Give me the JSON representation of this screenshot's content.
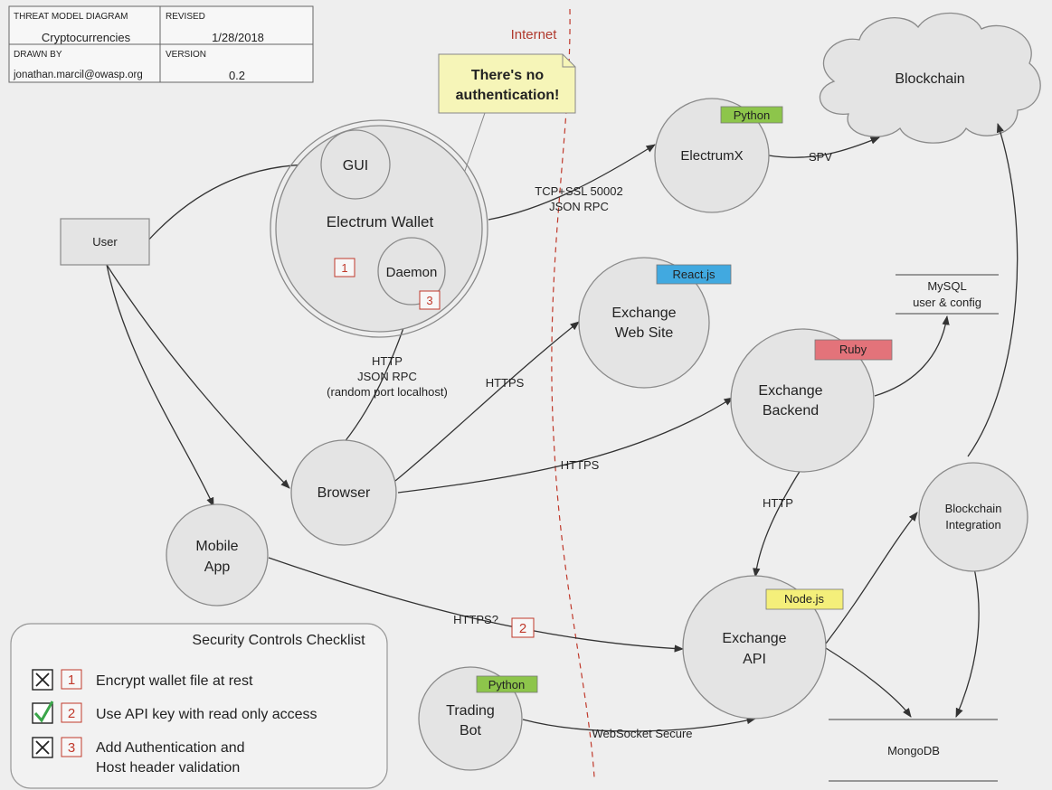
{
  "title_block": {
    "diagram_label": "THREAT MODEL DIAGRAM",
    "diagram_value": "Cryptocurrencies",
    "revised_label": "REVISED",
    "revised_value": "1/28/2018",
    "drawn_label": "DRAWN BY",
    "drawn_value": "jonathan.marcil@owasp.org",
    "version_label": "VERSION",
    "version_value": "0.2"
  },
  "boundary": {
    "label": "Internet"
  },
  "note": {
    "line1": "There's no",
    "line2": "authentication!"
  },
  "nodes": {
    "gui": "GUI",
    "electrum_wallet": "Electrum Wallet",
    "daemon": "Daemon",
    "user": "User",
    "browser": "Browser",
    "mobile_app_1": "Mobile",
    "mobile_app_2": "App",
    "trading_bot_1": "Trading",
    "trading_bot_2": "Bot",
    "electrumx": "ElectrumX",
    "blockchain": "Blockchain",
    "web_site_1": "Exchange",
    "web_site_2": "Web Site",
    "backend_1": "Exchange",
    "backend_2": "Backend",
    "api_1": "Exchange",
    "api_2": "API",
    "integration_1": "Blockchain",
    "integration_2": "Integration",
    "mysql_1": "MySQL",
    "mysql_2": "user & config",
    "mongodb": "MongoDB"
  },
  "tags": {
    "electrumx": {
      "text": "Python",
      "color": "#8dc54b"
    },
    "web_site": {
      "text": "React.js",
      "color": "#41a9e0"
    },
    "backend": {
      "text": "Ruby",
      "color": "#e3737a"
    },
    "api": {
      "text": "Node.js",
      "color": "#f4ef7a"
    },
    "trading_bot": {
      "text": "Python",
      "color": "#8dc54b"
    }
  },
  "edge_labels": {
    "tcp_1": "TCP+SSL 50002",
    "tcp_2": "JSON RPC",
    "spv": "SPV",
    "http_daemon_1": "HTTP",
    "http_daemon_2": "JSON RPC",
    "http_daemon_3": "(random port localhost)",
    "https_web": "HTTPS",
    "https_backend": "HTTPS",
    "http_backend_api": "HTTP",
    "https_mobile": "HTTPS?",
    "websocket": "WebSocket Secure"
  },
  "markers": {
    "m1": "1",
    "m2": "2",
    "m3": "3"
  },
  "checklist": {
    "title": "Security Controls Checklist",
    "items": [
      {
        "status": "unchecked",
        "num": "1",
        "text1": "Encrypt wallet file at rest",
        "text2": ""
      },
      {
        "status": "checked",
        "num": "2",
        "text1": "Use API key with read only access",
        "text2": ""
      },
      {
        "status": "unchecked",
        "num": "3",
        "text1": "Add Authentication and",
        "text2": "Host header validation"
      }
    ]
  },
  "colors": {
    "boundary": "#c0392b",
    "marker": "#c0392b",
    "check": "#3aa64a",
    "note_fill": "#f6f5b8"
  }
}
